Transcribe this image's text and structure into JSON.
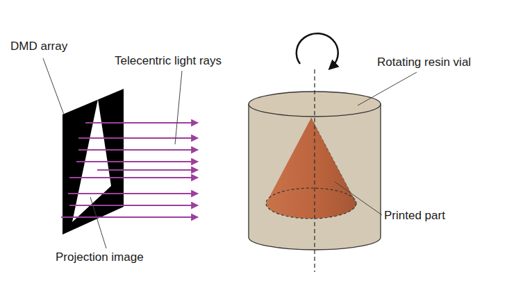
{
  "diagram": {
    "labels": [
      "DMD array",
      "Telecentric light rays",
      "Projection image",
      "Rotating resin vial",
      "Printed part"
    ]
  }
}
